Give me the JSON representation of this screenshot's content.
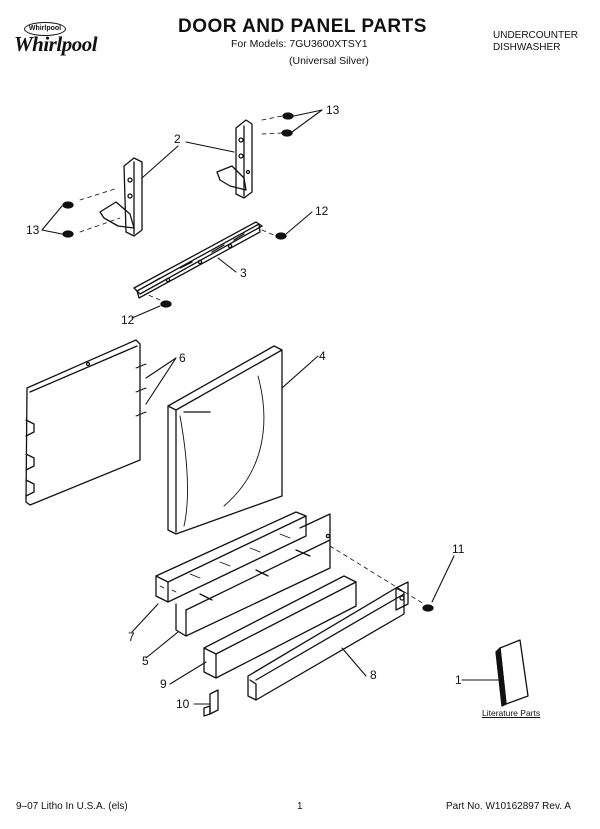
{
  "header": {
    "brand_badge": "Whirlpool",
    "brand_name": "Whirlpool",
    "title": "DOOR AND PANEL PARTS",
    "models_line": "For Models: 7GU3600XTSY1",
    "finish_line": "(Universal Silver)",
    "category_line1": "UNDERCOUNTER",
    "category_line2": "DISHWASHER"
  },
  "callouts": {
    "c13_top": "13",
    "c2": "2",
    "c12_right": "12",
    "c13_left": "13",
    "c3": "3",
    "c12_left": "12",
    "c6": "6",
    "c4": "4",
    "c11": "11",
    "c7": "7",
    "c5": "5",
    "c8": "8",
    "c9": "9",
    "c1": "1",
    "c10": "10"
  },
  "literature_label": "Literature Parts",
  "footer": {
    "print_info": "9–07 Litho In U.S.A. (els)",
    "page_number": "1",
    "part_number": "Part No. W10162897 Rev. A"
  }
}
